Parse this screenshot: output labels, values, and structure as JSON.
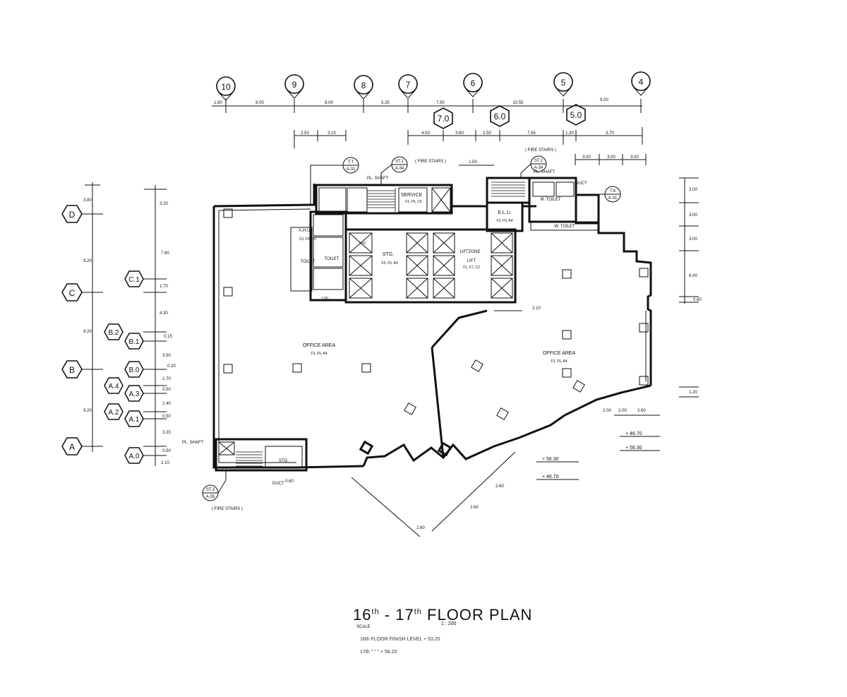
{
  "title": {
    "main": "16th - 17th FLOOR PLAN",
    "part1": "16",
    "sup1": "th",
    "dash": " - ",
    "part2": "17",
    "sup2": "th",
    "rest": " FLOOR PLAN",
    "scale_label": "SCALE",
    "scale_value": "1 : 200",
    "levels": [
      "16th FLOOR FINISH LEVEL + 53.20",
      "17th  \"  \"  \" + 56.20"
    ]
  },
  "grid_columns": [
    {
      "id": "10"
    },
    {
      "id": "9"
    },
    {
      "id": "8"
    },
    {
      "id": "7"
    },
    {
      "id": "6"
    },
    {
      "id": "5"
    },
    {
      "id": "4"
    }
  ],
  "grid_columns_sub": [
    {
      "id": "7.0"
    },
    {
      "id": "6.0"
    },
    {
      "id": "5.0"
    }
  ],
  "grid_rows": [
    {
      "id": "D"
    },
    {
      "id": "C"
    },
    {
      "id": "B"
    },
    {
      "id": "A"
    }
  ],
  "grid_rows_sub": [
    {
      "id": "C.1"
    },
    {
      "id": "B.2"
    },
    {
      "id": "B.1"
    },
    {
      "id": "B.0"
    },
    {
      "id": "A.4"
    },
    {
      "id": "A.3"
    },
    {
      "id": "A.2"
    },
    {
      "id": "A.1"
    },
    {
      "id": "A.0"
    }
  ],
  "top_dims": [
    "1.80",
    "8.00",
    "8.00",
    "5.35",
    "7.50",
    "10.55",
    "9.00"
  ],
  "top_dims_2": [
    "2.50",
    "3.10",
    "4.00",
    "3.60",
    "2.50",
    "7.55",
    "1.30",
    "3.70"
  ],
  "top_dims_3": [
    "3.00",
    "3.00",
    "3.00",
    "1.50"
  ],
  "left_dims": [
    "3.80",
    "9.20",
    "9.20",
    "9.20"
  ],
  "left_dims_2": [
    "3.20",
    "7.80",
    "1.70",
    "4.30",
    "0.15",
    "3.50",
    "0.20",
    "1.70",
    "0.50",
    "2.40",
    "0.50",
    "3.20",
    "0.50",
    "2.10"
  ],
  "right_dims": [
    "3.00",
    "3.00",
    "3.00",
    "6.00",
    "0.60",
    "1.20"
  ],
  "rooms": {
    "office_left": "OFFICE AREA",
    "office_left_code": "F3, F5, A4",
    "office_right": "OFFICE AREA",
    "office_right_code": "F3, F5, A4",
    "stg": "STG.",
    "stg_code": "F3, F5, A4",
    "lift": "LIFT",
    "lift_zone": "LIFTZONE",
    "lift_code": "F1, F7, C2",
    "service": "SERVICE",
    "service_code": "F1, F5, C5",
    "elu": "E.L.U.",
    "elu_code": "F3, F5, A4",
    "ahu": "A.H.U.",
    "ahu_code": "F3, F5, C5",
    "toilet": "TOILET",
    "m_toilet": "M. TOILET",
    "w_toilet": "W. TOILET",
    "fire_stairs": "( FIRE STAIRS )",
    "pl_shaft": "PL. SHAFT",
    "duct": "DUCT",
    "stg_small": "STG."
  },
  "tags": [
    {
      "top": "T.T",
      "bottom": "A-31"
    },
    {
      "top": "ST.1",
      "bottom": "A-34"
    },
    {
      "top": "ST.2",
      "bottom": "A-34"
    },
    {
      "top": "T.8",
      "bottom": "A-31"
    },
    {
      "top": "ST.3",
      "bottom": "A-35"
    }
  ],
  "levels_marks": [
    "+ 46.70",
    "+ 56.30",
    "+ 56.30",
    "+ 46.70"
  ],
  "misc_dims": [
    "3.50",
    "1.50",
    "2.10",
    "0.60",
    "2.00",
    "2.00",
    "2.60",
    "2.60",
    "2.60",
    "2.60"
  ]
}
